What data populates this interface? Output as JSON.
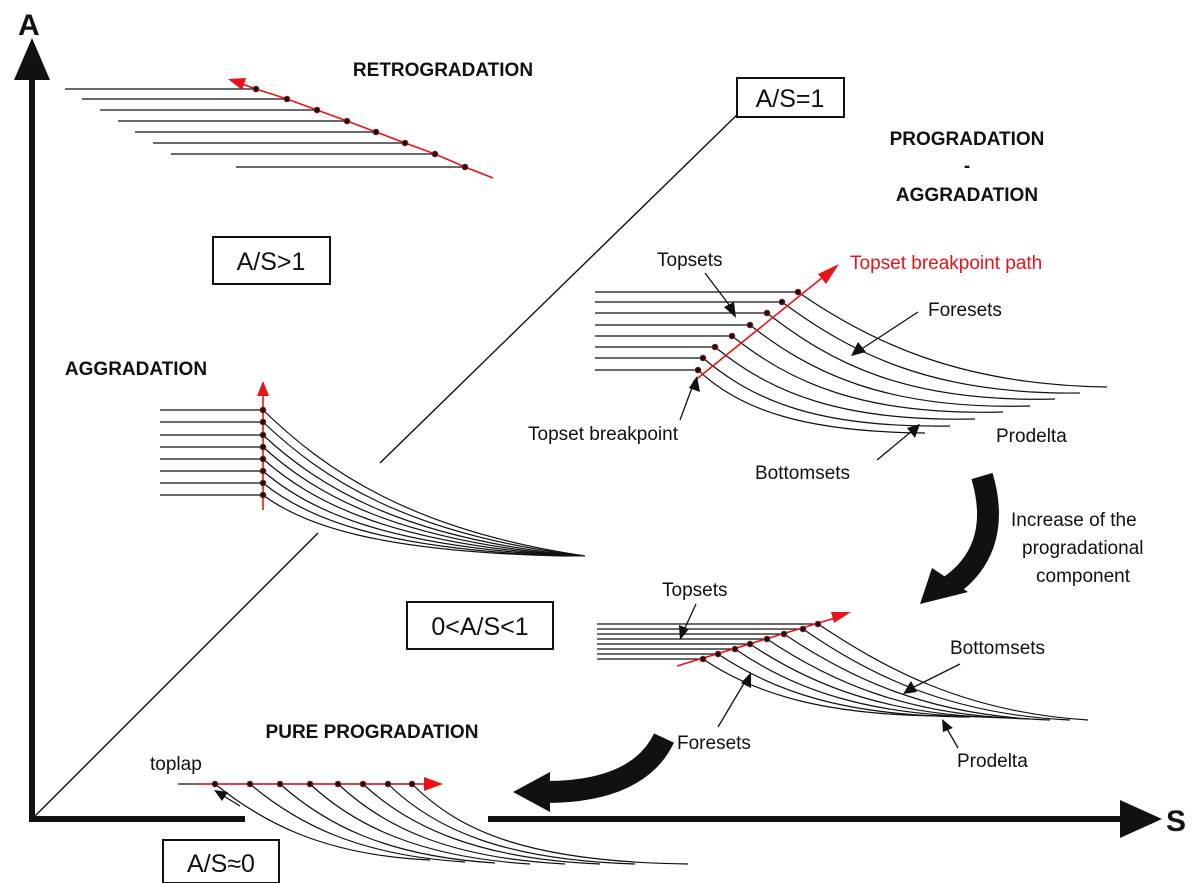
{
  "axes": {
    "y_label": "A",
    "x_label": "S"
  },
  "ratio_boxes": {
    "equal": "A/S=1",
    "greater": "A/S>1",
    "between": "0<A/S<1",
    "approx_zero": "A/S≈0"
  },
  "regimes": {
    "retrogradation": "RETROGRADATION",
    "aggradation": "AGGRADATION",
    "progradation_aggradation_line1": "PROGRADATION",
    "progradation_aggradation_line2": "-",
    "progradation_aggradation_line3": "AGGRADATION",
    "pure_progradation": "PURE PROGRADATION"
  },
  "upper_wedge": {
    "topsets": "Topsets",
    "breakpoint_path": "Topset breakpoint path",
    "foresets": "Foresets",
    "breakpoint": "Topset breakpoint",
    "bottomsets": "Bottomsets",
    "prodelta": "Prodelta"
  },
  "lower_wedge": {
    "topsets": "Topsets",
    "bottomsets": "Bottomsets",
    "foresets": "Foresets",
    "prodelta": "Prodelta"
  },
  "transition_note": {
    "line1": "Increase of the",
    "line2": "progradational",
    "line3": "component"
  },
  "pure_progradation_note": {
    "toplap": "toplap"
  },
  "colors": {
    "ink": "#111111",
    "accent_red": "#e8141a"
  }
}
